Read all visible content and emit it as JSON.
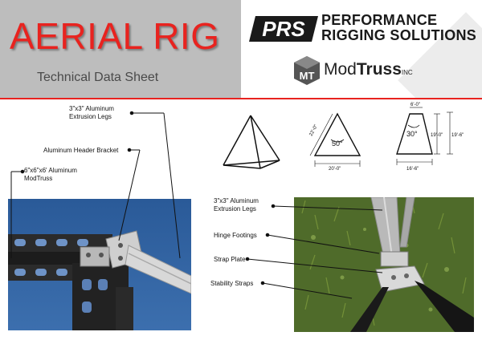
{
  "header": {
    "title": "AERIAL RIG",
    "subtitle": "Technical Data Sheet",
    "brand_prs_line1": "PERFORMANCE",
    "brand_prs_line2": "RIGGING SOLUTIONS",
    "brand_prs_logo_text": "PRS",
    "brand_mt_logo_text": "MT",
    "brand_mt_regular": "Mod",
    "brand_mt_bold": "Truss",
    "brand_mt_suffix": "INC"
  },
  "colors": {
    "accent": "#e8231f",
    "header_gray": "#bdbdbd"
  },
  "left_labels": {
    "legs": "3\"x3\" Aluminum\nExtrusion Legs",
    "bracket": "Aluminum Header Bracket",
    "truss": "6\"x6\"x6' Aluminum\nModTruss"
  },
  "right_labels": {
    "legs": "3\"x3\" Aluminum\nExtrusion Legs",
    "hinge": "Hinge Footings",
    "strap_plate": "Strap Plate",
    "straps": "Stability Straps"
  },
  "diagram_50": {
    "height": "22'-0\"",
    "angle": "50°",
    "base": "20'-0\""
  },
  "diagram_30": {
    "top": "6'-0\"",
    "angle": "30°",
    "height_inner": "19'-0\"",
    "height_outer": "19'-6\"",
    "base": "16'-6\""
  }
}
